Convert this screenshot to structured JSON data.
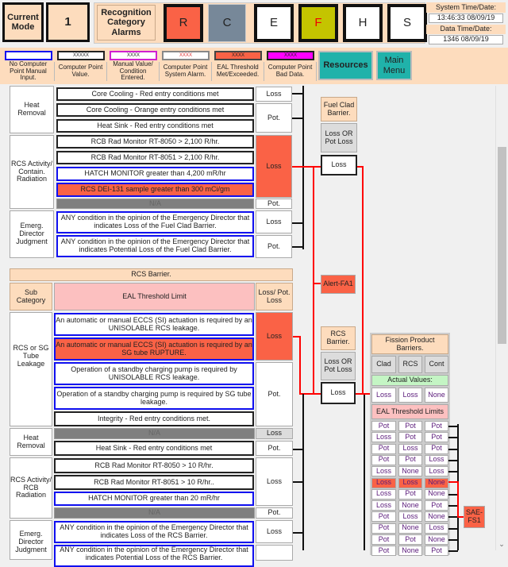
{
  "header": {
    "mode_label": "Current Mode",
    "mode_value": "1",
    "recognition_label": "Recognition Category Alarms",
    "alarms": [
      {
        "label": "R",
        "color": "#fa6246"
      },
      {
        "label": "C",
        "color": "#778899"
      },
      {
        "label": "E",
        "color": "#ffffff"
      },
      {
        "label": "F",
        "color": "#c4c400"
      },
      {
        "label": "H",
        "color": "#ffffff"
      },
      {
        "label": "S",
        "color": "#ffffff"
      }
    ],
    "system_time_label": "System Time/Date:",
    "system_time": "13:46:33  08/09/19",
    "data_time_label": "Data Time/Date:",
    "data_time": "1346  08/09/19"
  },
  "legend": [
    {
      "sample": "",
      "label": "No Computer Point Manual Input."
    },
    {
      "sample": "XXXXX",
      "label": "Computer Point Value."
    },
    {
      "sample": "XXXX",
      "label": "Manual Value/ Condition Entered."
    },
    {
      "sample": "XXXX",
      "label": "Computer Point System Alarm."
    },
    {
      "sample": "XXXX",
      "label": "EAL Threshold Met/Exceeded."
    },
    {
      "sample": "XXXX",
      "label": "Computer Point Bad Data."
    }
  ],
  "buttons": {
    "resources": "Resources",
    "main_menu": "Main Menu"
  },
  "fuel_clad": {
    "rows": {
      "heat_removal": "Heat Removal",
      "core_red": "Core Cooling - Red entry conditions met",
      "core_orange": "Core Cooling - Orange entry conditions met",
      "heat_sink": "Heat Sink - Red entry conditions met",
      "loss1": "Loss",
      "pot1": "Pot.",
      "rcs_activity": "RCS Activity/ Contain. Radiation",
      "rt8050": "RCB Rad Monitor RT-8050 > 2,100 R/hr.",
      "rt8051": "RCB Rad Monitor RT-8051  > 2,100 R/hr.",
      "hatch": "HATCH MONITOR greater than 4,200 mR/hr",
      "dei": "RCS DEI-131 sample  greater than 300 mCi/gm",
      "na": "N/A",
      "loss2": "Loss",
      "pot2": "Pot.",
      "emerg": "Emerg. Director Judgment",
      "ed_loss": "ANY condition in the opinion of the Emergency Director that indicates Loss of the Fuel Clad Barrier.",
      "ed_pot": "ANY condition in the opinion of the Emergency Director that indicates Potential Loss of the Fuel Clad Barrier.",
      "loss3": "Loss",
      "pot3": "Pot."
    },
    "summary": {
      "title": "Fuel Clad Barrier.",
      "type": "Loss OR Pot Loss",
      "value": "Loss"
    }
  },
  "alert": "Alert-FA1",
  "rcs": {
    "title": "RCS Barrier.",
    "h_sub": "Sub Category",
    "h_eal": "EAL Threshold Limit",
    "h_loss": "Loss/ Pot. Loss",
    "leak": "RCS or SG Tube Leakage",
    "eccs_unisol": "An automatic or manual ECCS  (SI) actuation is required by an UNISOLABLE RCS leakage.",
    "eccs_sg": "An automatic or manual ECCS  (SI) actuation is required by an SG tube RUPTURE.",
    "pump_unisol": "Operation of a standby charging pump is required by UNISOLABLE RCS leakage.",
    "pump_sg": "Operation of a standby charging pump is required by SG tube leakage.",
    "integrity": "Integrity - Red entry conditions met.",
    "loss1": "Loss",
    "pot1": "Pot.",
    "heat_removal": "Heat Removal",
    "na1": "N/A",
    "loss2": "Loss",
    "heat_sink": "Heat Sink - Red entry conditions met",
    "pot2": "Pot.",
    "activity": "RCS Activity/ RCB Radiation",
    "rt8050": "RCB Rad Monitor RT-8050 > 10 R/hr.",
    "rt8051": "RCB Rad Monitor RT-8051  > 10 R/hr..",
    "hatch": "HATCH MONITOR greater than 20 mR/hr",
    "na2": "N/A",
    "loss3": "Loss",
    "pot3": "Pot.",
    "emerg": "Emerg. Director Judgment",
    "ed_loss": "ANY condition in the opinion of the Emergency Director that indicates Loss of the RCS Barrier.",
    "ed_pot": "ANY condition in the opinion of the Emergency Director that indicates Potential Loss of the RCS Barrier.",
    "loss4": "Loss",
    "summary": {
      "title": "RCS Barrier.",
      "type": "Loss OR Pot Loss",
      "value": "Loss"
    }
  },
  "fission": {
    "title": "Fission Product Barriers.",
    "cols": [
      "Clad",
      "RCS",
      "Cont"
    ],
    "actual_label": "Actual Values:",
    "actual": [
      "Loss",
      "Loss",
      "None"
    ],
    "limits_label": "EAL Threshold Limits",
    "rows": [
      [
        "Pot",
        "Pot",
        "Pot"
      ],
      [
        "Loss",
        "Pot",
        "Pot"
      ],
      [
        "Pot",
        "Loss",
        "Pot"
      ],
      [
        "Pot",
        "Pot",
        "Loss"
      ],
      [
        "Loss",
        "None",
        "Loss"
      ],
      [
        "Loss",
        "Loss",
        "None"
      ],
      [
        "Loss",
        "Pot",
        "None"
      ],
      [
        "Loss",
        "None",
        "Pot"
      ],
      [
        "Pot",
        "Loss",
        "None"
      ],
      [
        "Pot",
        "None",
        "Loss"
      ],
      [
        "Pot",
        "Pot",
        "None"
      ],
      [
        "Pot",
        "None",
        "Pot"
      ]
    ],
    "met_row": 5,
    "result": "SAE-FS1"
  }
}
